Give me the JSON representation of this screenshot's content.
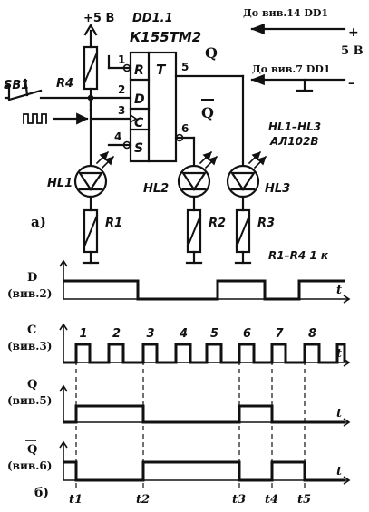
{
  "schematic": {
    "power_label": "+5 В",
    "chip_name": "DD1.1",
    "chip_type": "К155ТМ2",
    "trigger_symbol": "T",
    "pin_R": "R",
    "pin_D": "D",
    "pin_C": "C",
    "pin_S": "S",
    "pin_num_R": "1",
    "pin_num_D": "2",
    "pin_num_C": "3",
    "pin_num_S": "4",
    "pin_num_Q": "5",
    "pin_num_Qbar": "6",
    "q_label": "Q",
    "qbar_label": "Q",
    "switch_label": "SB1",
    "r4_label": "R4",
    "hl1_label": "HL1",
    "hl2_label": "HL2",
    "hl3_label": "HL3",
    "r1_label": "R1",
    "r2_label": "R2",
    "r3_label": "R3",
    "led_type_range": "HL1–HL3",
    "led_type": "АЛ102В",
    "power_pin14": "До вив.14 DD1",
    "power_pin7": "До вив.7 DD1",
    "supply_plus": "+",
    "supply_value": "5 В",
    "supply_minus": "–",
    "resistor_note": "R1–R4  1 к",
    "part_a": "а)"
  },
  "timing": {
    "part_b": "б)",
    "signals": [
      {
        "name": "D",
        "pin": "(вив.2)"
      },
      {
        "name": "C",
        "pin": "(вив.3)"
      },
      {
        "name": "Q",
        "pin": "(вив.5)"
      },
      {
        "name": "Q",
        "pin": "(вив.6)"
      }
    ],
    "axis_label": "t",
    "pulse_numbers": [
      "1",
      "2",
      "3",
      "4",
      "5",
      "6",
      "7",
      "8"
    ],
    "markers": [
      "t1",
      "t2",
      "t3",
      "t4",
      "t5"
    ]
  }
}
